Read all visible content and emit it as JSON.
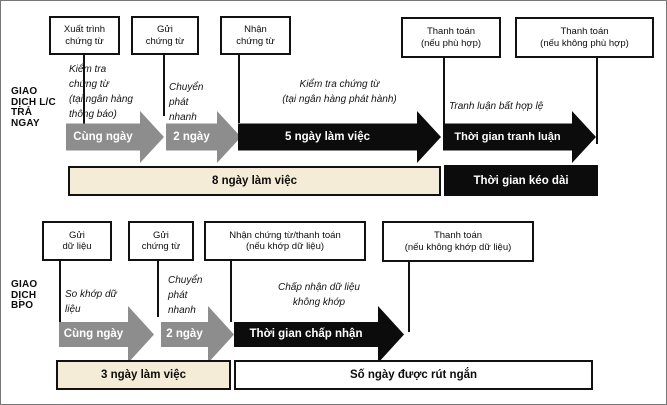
{
  "colors": {
    "arrow_gray": "#8d8d8d",
    "arrow_black": "#0c0c0c",
    "bar_cream": "#f4ecd6",
    "bar_black": "#0c0c0c",
    "bar_white": "#ffffff",
    "box_border": "#111111"
  },
  "lc": {
    "section_label": "GIAO\nDỊCH L/C\nTRẢ\nNGAY",
    "boxes": [
      {
        "text": "Xuất trình\nchứng từ"
      },
      {
        "text": "Gửi\nchứng từ"
      },
      {
        "text": "Nhận\nchứng từ"
      },
      {
        "text": "Thanh toán\n(nếu phù hợp)"
      },
      {
        "text": "Thanh toán\n(nếu không phù hợp)"
      }
    ],
    "annotations": [
      {
        "text": "Kiểm tra\nchứng từ\n(tại ngân hàng\nthông báo)"
      },
      {
        "text": "Chuyển\nphát\nnhanh"
      },
      {
        "text": "Kiểm tra chứng từ\n(tại ngân hàng phát hành)"
      },
      {
        "text": "Tranh luận bất hợp lệ"
      }
    ],
    "arrows": [
      {
        "label": "Cùng ngày"
      },
      {
        "label": "2 ngày"
      },
      {
        "label": "5 ngày làm việc"
      },
      {
        "label": "Thời gian tranh luận"
      }
    ],
    "bars": [
      {
        "label": "8 ngày làm việc"
      },
      {
        "label": "Thời gian kéo dài"
      }
    ]
  },
  "bpo": {
    "section_label": "GIAO\nDỊCH\nBPO",
    "boxes": [
      {
        "text": "Gửi\ndữ liệu"
      },
      {
        "text": "Gửi\nchứng từ"
      },
      {
        "text": "Nhận chứng từ/thanh toán\n(nếu khớp dữ liệu)"
      },
      {
        "text": "Thanh toán\n(nếu không khớp dữ liệu)"
      }
    ],
    "annotations": [
      {
        "text": "So khớp dữ\nliệu"
      },
      {
        "text": "Chuyển\nphát\nnhanh"
      },
      {
        "text": "Chấp nhận dữ liệu\nkhông khớp"
      }
    ],
    "arrows": [
      {
        "label": "Cùng ngày"
      },
      {
        "label": "2 ngày"
      },
      {
        "label": "Thời gian chấp nhận"
      }
    ],
    "bars": [
      {
        "label": "3 ngày làm việc"
      },
      {
        "label": "Số ngày được rút ngắn"
      }
    ]
  }
}
